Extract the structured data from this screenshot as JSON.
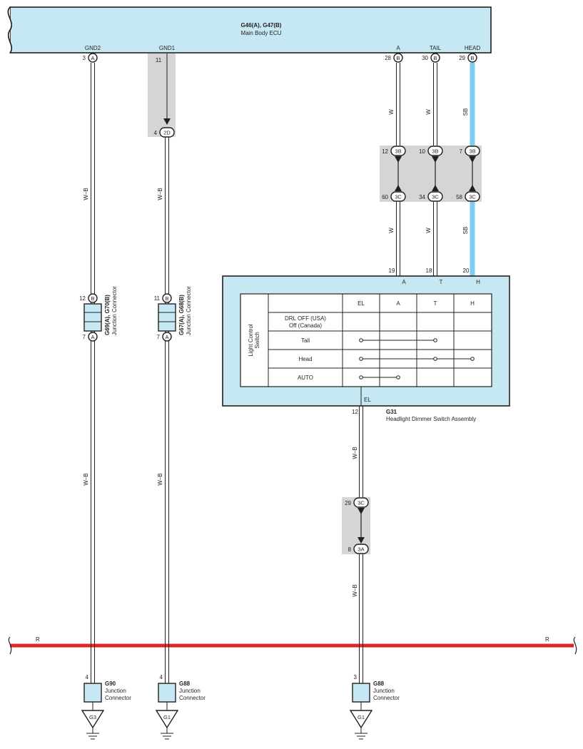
{
  "ecu": {
    "title": "G46(A), G47(B)",
    "subtitle": "Main Body ECU",
    "terminals": [
      {
        "label": "GND2",
        "pin": "3",
        "conn": "A"
      },
      {
        "label": "GND1",
        "pin": "11",
        "conn": ""
      },
      {
        "label": "A",
        "pin": "28",
        "conn": "B"
      },
      {
        "label": "TAIL",
        "pin": "30",
        "conn": "B"
      },
      {
        "label": "HEAD",
        "pin": "29",
        "conn": "B"
      }
    ]
  },
  "wires": {
    "w": "W",
    "sb": "SB",
    "wb": "W–B",
    "r": "R"
  },
  "ic_top": {
    "pins": [
      {
        "pin": "4",
        "conn": "2D"
      },
      {
        "pin": "12",
        "conn": "3B"
      },
      {
        "pin": "10",
        "conn": "3B"
      },
      {
        "pin": "7",
        "conn": "3B"
      },
      {
        "pin": "60",
        "conn": "3C"
      },
      {
        "pin": "34",
        "conn": "3C"
      },
      {
        "pin": "58",
        "conn": "3C"
      }
    ]
  },
  "jc_left": {
    "label_bold": "G69(A), G70(B)",
    "label": "Junction Connector",
    "pin_top": "12",
    "conn_top": "B",
    "pin_bottom": "7",
    "conn_bottom": "A"
  },
  "jc_right": {
    "label_bold": "G67(A), G68(B)",
    "label": "Junction Connector",
    "pin_top": "11",
    "conn_top": "B",
    "pin_bottom": "7",
    "conn_bottom": "A"
  },
  "switch": {
    "code": "G31",
    "name": "Headlight Dimmer Switch Assembly",
    "side_label_1": "Light Control",
    "side_label_2": "Switch",
    "columns": [
      "EL",
      "A",
      "T",
      "H"
    ],
    "rows": [
      {
        "label_1": "DRL OFF (USA)",
        "label_2": "Off (Canada)"
      },
      {
        "label_1": "Tail",
        "label_2": ""
      },
      {
        "label_1": "Head",
        "label_2": ""
      },
      {
        "label_1": "AUTO",
        "label_2": ""
      }
    ],
    "input_pins": [
      {
        "pin": "19",
        "label": "A"
      },
      {
        "pin": "18",
        "label": "T"
      },
      {
        "pin": "20",
        "label": "H"
      }
    ],
    "output_pin": "12",
    "output_label": "EL"
  },
  "ic_mid": {
    "pin_top": "29",
    "conn_top": "3C",
    "pin_bottom": "8",
    "conn_bottom": "3A"
  },
  "bottom_connectors": [
    {
      "pin": "4",
      "code": "G90",
      "label_1": "Junction",
      "label_2": "Connector",
      "ground": "G3"
    },
    {
      "pin": "4",
      "code": "G88",
      "label_1": "Junction",
      "label_2": "Connector",
      "ground": "G1"
    },
    {
      "pin": "3",
      "code": "G88",
      "label_1": "Junction",
      "label_2": "Connector",
      "ground": "G1"
    }
  ],
  "colors": {
    "ecu_fill": "#c6e8f3",
    "splice_gray": "#d5d5d6",
    "wire_red": "#e0262b",
    "wire_sb": "#7fcdef",
    "line": "#231f20"
  }
}
